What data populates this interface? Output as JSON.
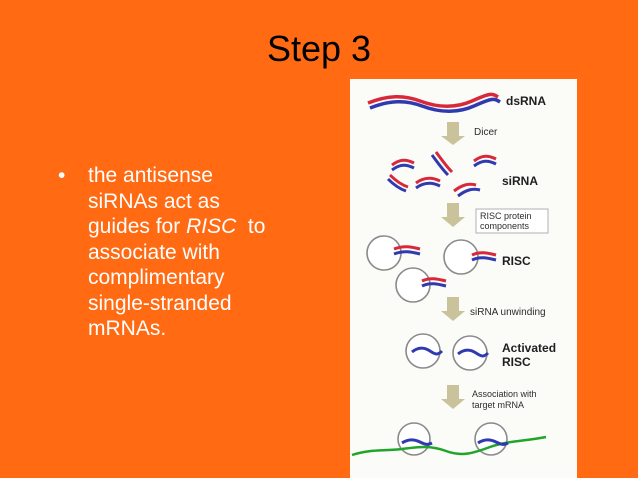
{
  "slide": {
    "title": "Step 3",
    "bullet_symbol": "•",
    "bullet_lines": [
      "the antisense",
      "siRNAs act as",
      "guides for ",
      "RISC",
      "  to",
      "associate with",
      "complimentary",
      "single-stranded",
      "mRNAs."
    ]
  },
  "diagram": {
    "labels": {
      "dsrna": "dsRNA",
      "dicer": "Dicer",
      "sirna": "siRNA",
      "risc_protein_1": "RISC protein",
      "risc_protein_2": "components",
      "risc": "RISC",
      "unwinding": "siRNA unwinding",
      "activated_1": "Activated",
      "activated_2": "RISC",
      "association_1": "Association with",
      "association_2": "target mRNA"
    },
    "colors": {
      "sense_strand": "#d8283a",
      "antisense_strand": "#2f3ab0",
      "target_mrna": "#1fa52a",
      "arrow": "#c9c29a",
      "circle": "#8a8a8a",
      "background": "#ff6a12"
    }
  }
}
